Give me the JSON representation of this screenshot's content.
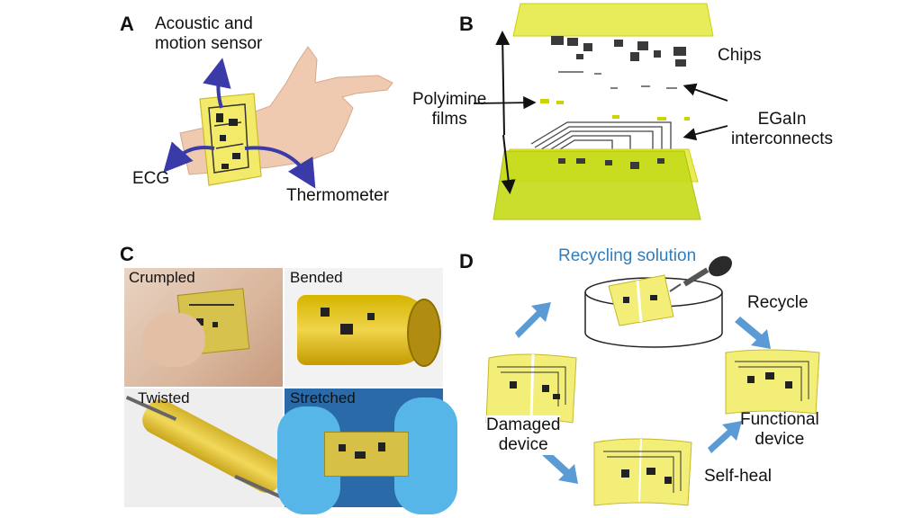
{
  "panel_a": {
    "letter": "A",
    "labels": {
      "acoustic": "Acoustic and\nmotion sensor",
      "ecg": "ECG",
      "thermometer": "Thermometer"
    }
  },
  "panel_b": {
    "letter": "B",
    "labels": {
      "chips": "Chips",
      "polyimine": "Polyimine\nfilms",
      "egain": "EGaIn\ninterconnects"
    }
  },
  "panel_c": {
    "letter": "C",
    "labels": {
      "crumpled": "Crumpled",
      "bended": "Bended",
      "twisted": "Twisted",
      "stretched": "Stretched"
    }
  },
  "panel_d": {
    "letter": "D",
    "labels": {
      "recycling": "Recycling solution",
      "recycle": "Recycle",
      "damaged": "Damaged\ndevice",
      "functional": "Functional\ndevice",
      "selfheal": "Self-heal"
    }
  },
  "colors": {
    "film": "#e9ec5a",
    "film_dark": "#c9d400",
    "arrow_purple": "#3a3aa8",
    "arrow_blue": "#5b9bd5",
    "skin": "#efc9b0"
  }
}
